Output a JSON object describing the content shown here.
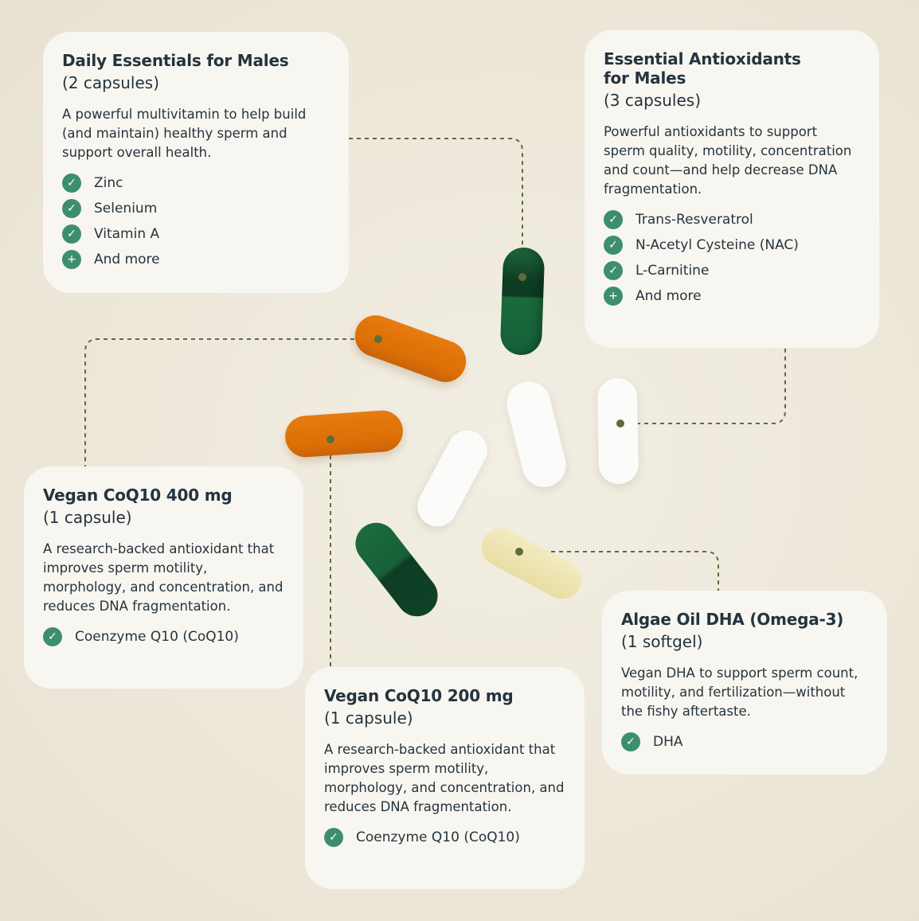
{
  "cards": {
    "daily": {
      "title": "Daily Essentials for Males",
      "sub": "(2 capsules)",
      "desc": "A powerful multivitamin to help build (and maintain) healthy sperm and support overall health.",
      "items": [
        {
          "label": "Zinc",
          "icon": "check-icon"
        },
        {
          "label": "Selenium",
          "icon": "check-icon"
        },
        {
          "label": "Vitamin A",
          "icon": "check-icon"
        },
        {
          "label": "And more",
          "icon": "plus-icon"
        }
      ]
    },
    "antioxidants": {
      "title": "Essential Antioxidants for Males",
      "sub": "(3 capsules)",
      "desc": "Powerful antioxidants to support sperm quality, motility, concentration and count—and help decrease DNA fragmentation.",
      "items": [
        {
          "label": "Trans-Resveratrol",
          "icon": "check-icon"
        },
        {
          "label": "N-Acetyl Cysteine (NAC)",
          "icon": "check-icon"
        },
        {
          "label": "L-Carnitine",
          "icon": "check-icon"
        },
        {
          "label": "And more",
          "icon": "plus-icon"
        }
      ]
    },
    "coq400": {
      "title": "Vegan CoQ10 400 mg",
      "sub": "(1 capsule)",
      "desc": "A research-backed antioxidant that improves sperm motility, morphology, and concentration, and reduces DNA fragmentation.",
      "items": [
        {
          "label": "Coenzyme Q10 (CoQ10)",
          "icon": "check-icon"
        }
      ]
    },
    "coq200": {
      "title": "Vegan CoQ10 200 mg",
      "sub": "(1 capsule)",
      "desc": "A research-backed antioxidant that improves sperm motility, morphology, and concentration, and reduces DNA fragmentation.",
      "items": [
        {
          "label": "Coenzyme Q10 (CoQ10)",
          "icon": "check-icon"
        }
      ]
    },
    "algae": {
      "title": "Algae Oil DHA (Omega-3)",
      "sub": "(1 softgel)",
      "desc": "Vegan DHA to support sperm count, motility, and fertilization—without the fishy aftertaste.",
      "items": [
        {
          "label": "DHA",
          "icon": "check-icon"
        }
      ]
    }
  },
  "colors": {
    "accent": "#3d8e6d",
    "connector": "#5f6b3b",
    "text": "#24343f",
    "card": "#f8f6f0"
  }
}
